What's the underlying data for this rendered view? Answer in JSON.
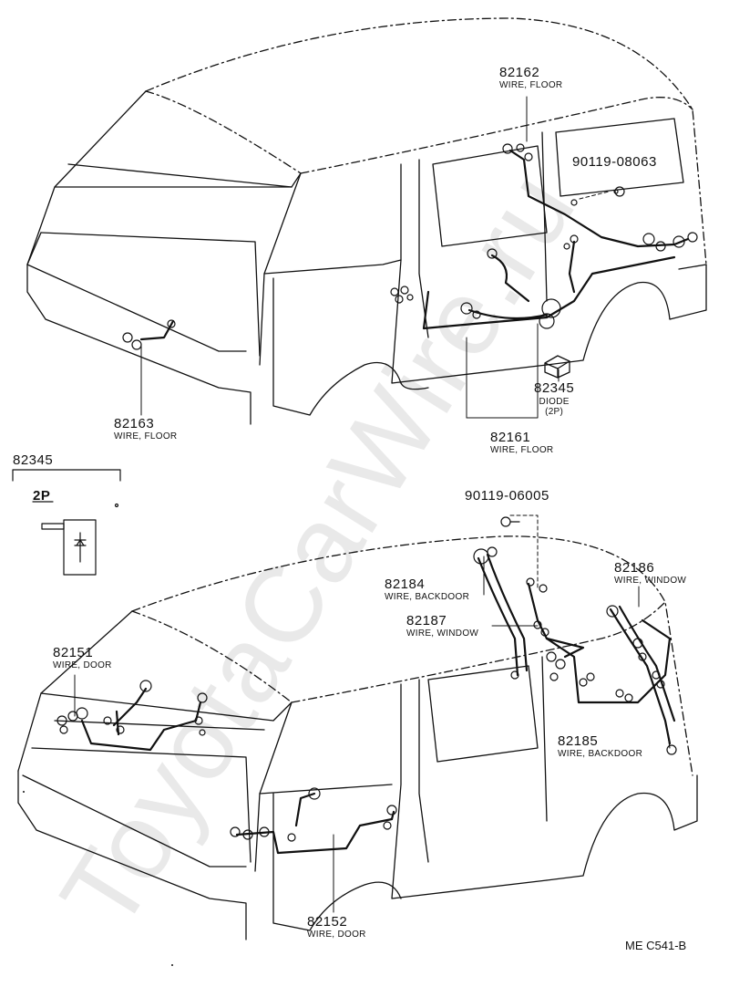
{
  "watermark": "ToyotaCarWire.ru",
  "figure_code": "ME C541-B",
  "callouts": [
    {
      "id": "c82162",
      "number": "82162",
      "desc": "WIRE, FLOOR"
    },
    {
      "id": "c90119a",
      "number": "90119-08063",
      "desc": ""
    },
    {
      "id": "c82345a",
      "number": "82345",
      "desc": "DIODE\n(2P)"
    },
    {
      "id": "c82161",
      "number": "82161",
      "desc": "WIRE, FLOOR"
    },
    {
      "id": "c82163",
      "number": "82163",
      "desc": "WIRE, FLOOR"
    },
    {
      "id": "c90119b",
      "number": "90119-06005",
      "desc": ""
    },
    {
      "id": "c82184",
      "number": "82184",
      "desc": "WIRE, BACKDOOR"
    },
    {
      "id": "c82186",
      "number": "82186",
      "desc": "WIRE, WINDOW"
    },
    {
      "id": "c82187",
      "number": "82187",
      "desc": "WIRE, WINDOW"
    },
    {
      "id": "c82151",
      "number": "82151",
      "desc": "WIRE, DOOR"
    },
    {
      "id": "c82185",
      "number": "82185",
      "desc": "WIRE, BACKDOOR"
    },
    {
      "id": "c82152",
      "number": "82152",
      "desc": "WIRE, DOOR"
    }
  ],
  "inset": {
    "part": "82345",
    "variant": "2P"
  }
}
